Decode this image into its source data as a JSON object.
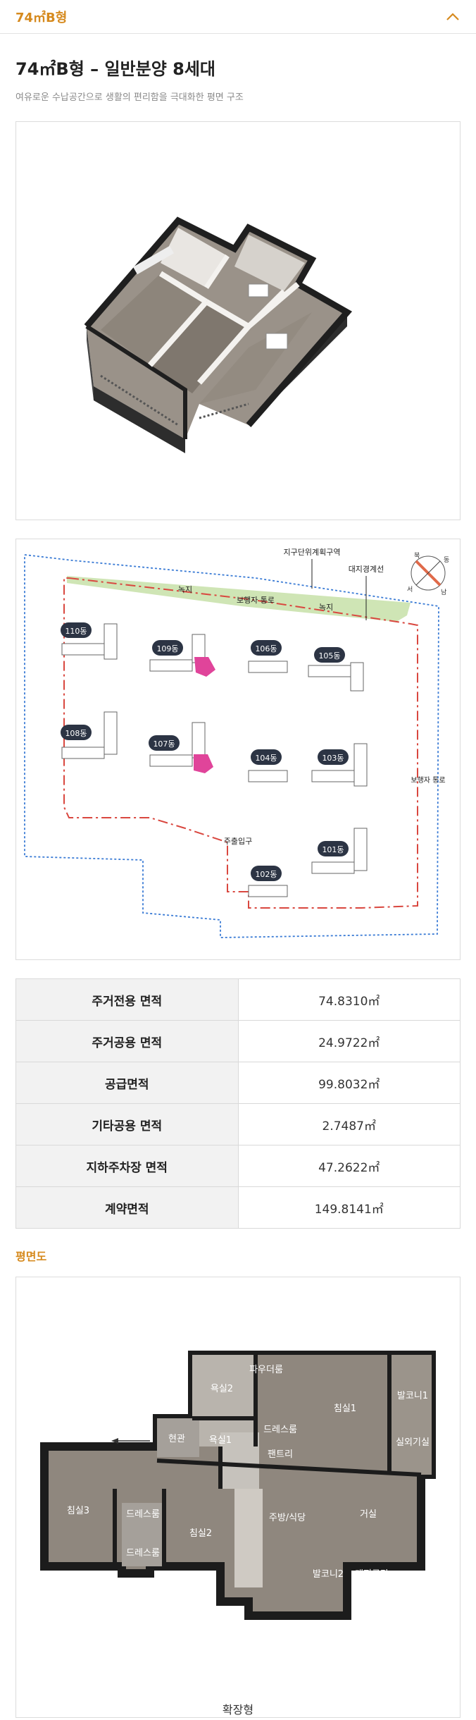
{
  "header": {
    "title": "74㎡B형"
  },
  "main": {
    "title": "74㎡B형 – 일반분양 8세대",
    "subtitle": "여유로운 수납공간으로 생활의 편리함을 극대화한 평면 구조"
  },
  "site": {
    "zone_label": "지구단위계획구역",
    "boundary_label": "대지경계선",
    "green1": "녹지",
    "green2": "녹지",
    "walk_path": "보행자 통로",
    "walk_path_side": "보행자 통로",
    "entrance": "주출입구",
    "compass": {
      "n": "북",
      "e": "동",
      "s": "남",
      "w": "서"
    },
    "buildings": [
      "110동",
      "109동",
      "106동",
      "105동",
      "108동",
      "107동",
      "104동",
      "103동",
      "102동",
      "101동"
    ]
  },
  "specs": [
    {
      "label": "주거전용 면적",
      "value": "74.8310㎡"
    },
    {
      "label": "주거공용 면적",
      "value": "24.9722㎡"
    },
    {
      "label": "공급면적",
      "value": "99.8032㎡"
    },
    {
      "label": "기타공용 면적",
      "value": "2.7487㎡"
    },
    {
      "label": "지하주차장 면적",
      "value": "47.2622㎡"
    },
    {
      "label": "계약면적",
      "value": "149.8141㎡"
    }
  ],
  "plan": {
    "section_title": "평면도",
    "caption": "확장형",
    "rooms": {
      "powder": "파우더룸",
      "bath2": "욕실2",
      "bed1": "침실1",
      "balcony1": "발코니1",
      "entry": "현관",
      "dress1": "드레스룸",
      "bath1": "욕실1",
      "outdoor": "실외기실",
      "pantry": "팬트리",
      "bed3": "침실3",
      "dress2": "드레스룸",
      "bed2": "침실2",
      "dress3": "드레스룸",
      "kitchen": "주방/식당",
      "living": "거실",
      "balcony2": "발코니2",
      "evac": "대피공간"
    }
  },
  "colors": {
    "accent": "#d68a1e",
    "highlight": "#e0449a",
    "boundary": "#d9473f",
    "zone": "#3a7bd5",
    "green": "#cfe5b5"
  }
}
